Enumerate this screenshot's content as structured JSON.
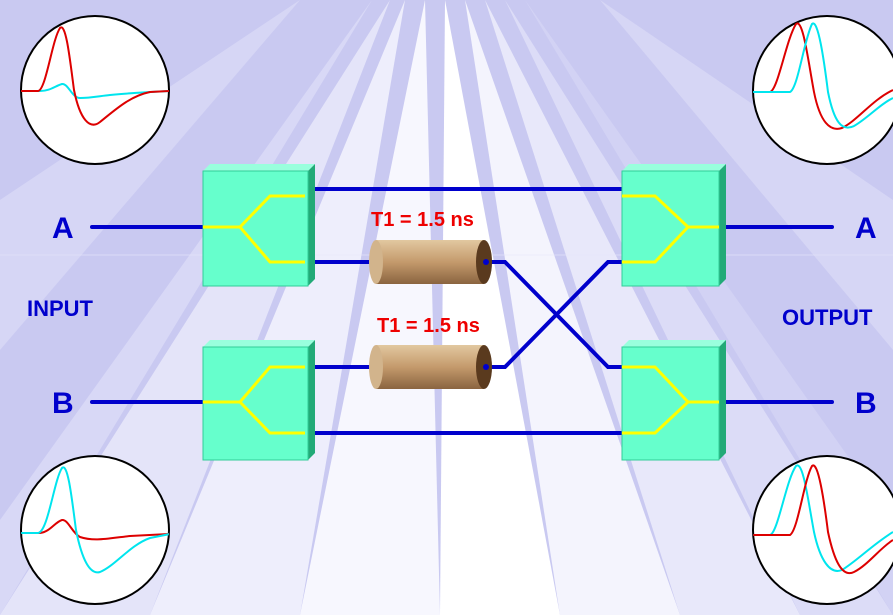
{
  "labels": {
    "input_a": "A",
    "input_b": "B",
    "output_a": "A",
    "output_b": "B",
    "input": "INPUT",
    "output": "OUTPUT",
    "delay_top": "T1 = 1.5 ns",
    "delay_bottom": "T1 = 1.5 ns"
  },
  "colors": {
    "background_light": "#ffffff",
    "background_blue": "#c8c8f0",
    "wire": "#0000cc",
    "splitter_fill": "#66ffcc",
    "splitter_edge": "#33cc99",
    "splitter_line": "#ffff00",
    "label_blue": "#0000cc",
    "label_red": "#ee0000",
    "cable_fill": "#c8a67a",
    "trace_red": "#dd0000",
    "trace_cyan": "#00e5ee"
  },
  "icons": {
    "scope_input_a": "waveform-scope-icon",
    "scope_input_b": "waveform-scope-icon",
    "scope_output_a": "waveform-scope-icon",
    "scope_output_b": "waveform-scope-icon",
    "cable": "coaxial-cable-icon",
    "splitter": "signal-splitter-icon"
  }
}
